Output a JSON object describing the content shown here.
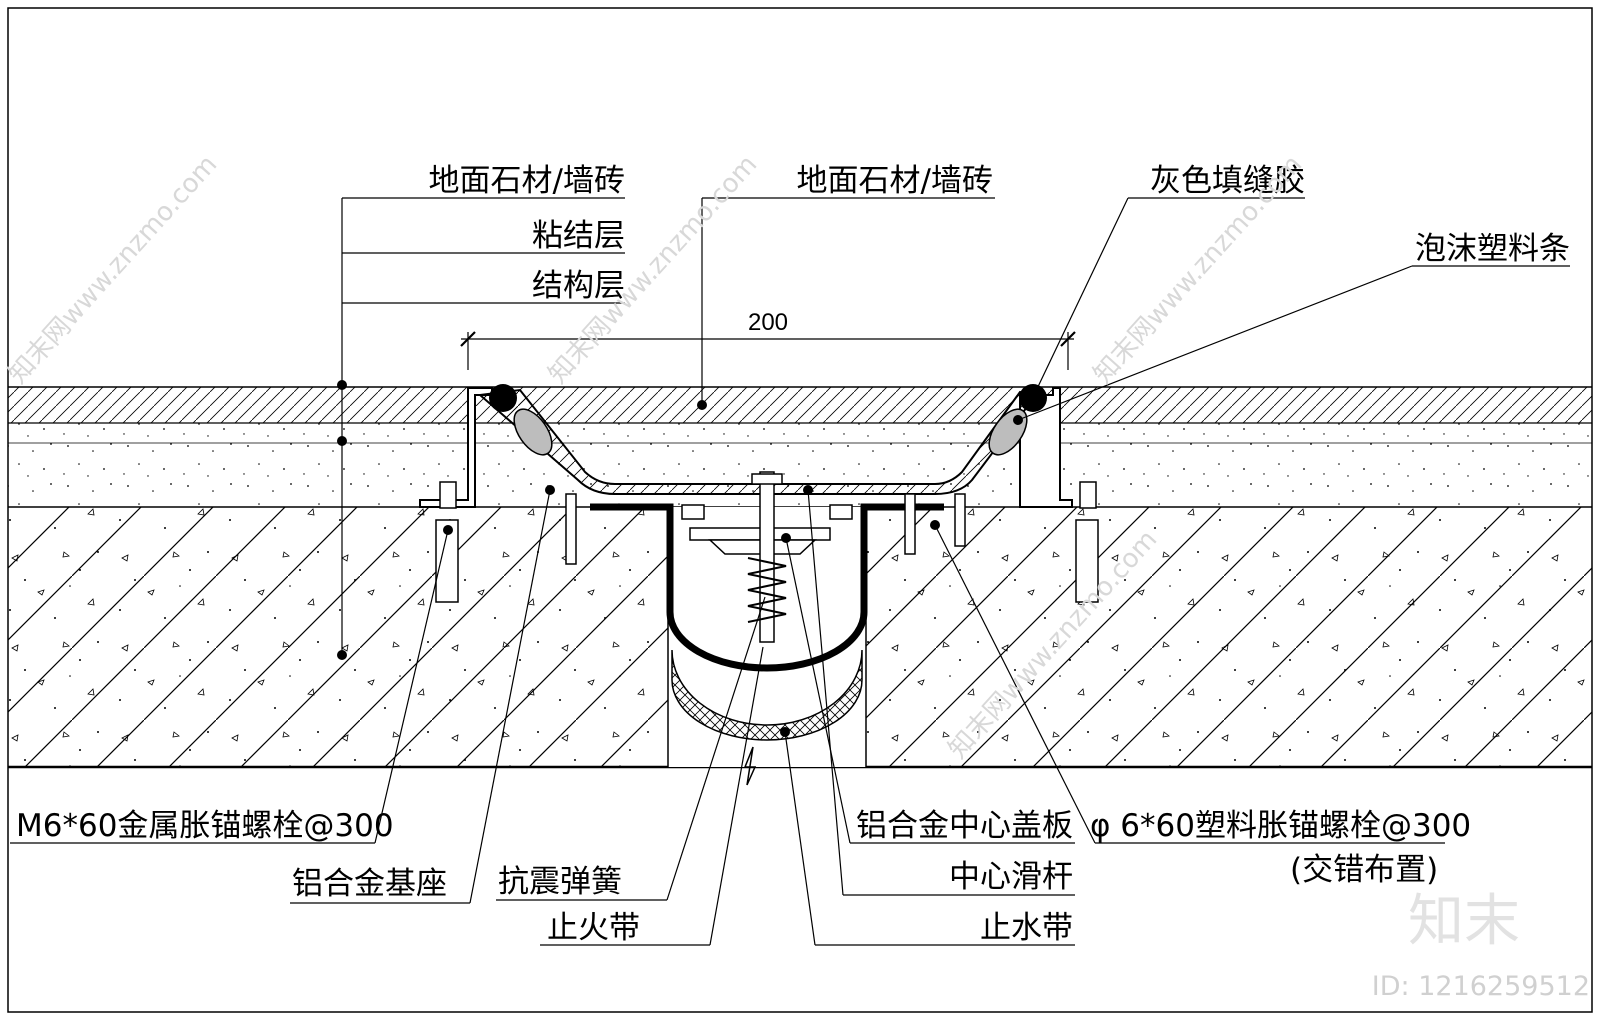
{
  "labels": {
    "stone_tile_left": "地面石材/墙砖",
    "bonding_layer": "粘结层",
    "structural_layer": "结构层",
    "stone_tile_center": "地面石材/墙砖",
    "gray_sealant": "灰色填缝胶",
    "foam_strip": "泡沫塑料条",
    "metal_anchor_bolt": "M6*60金属胀锚螺栓@300",
    "alu_base": "铝合金基座",
    "seismic_spring": "抗震弹簧",
    "firestop_band": "止火带",
    "alu_center_cover": "铝合金中心盖板",
    "center_slide_rod": "中心滑杆",
    "waterstop_band": "止水带",
    "plastic_anchor_bolt": "φ 6*60塑料胀锚螺栓@300",
    "staggered": "(交错布置)"
  },
  "dimension": {
    "width": "200"
  },
  "watermark": {
    "site": "知末网www.znzmo.com",
    "brand": "知末",
    "id": "ID: 1216259512"
  }
}
